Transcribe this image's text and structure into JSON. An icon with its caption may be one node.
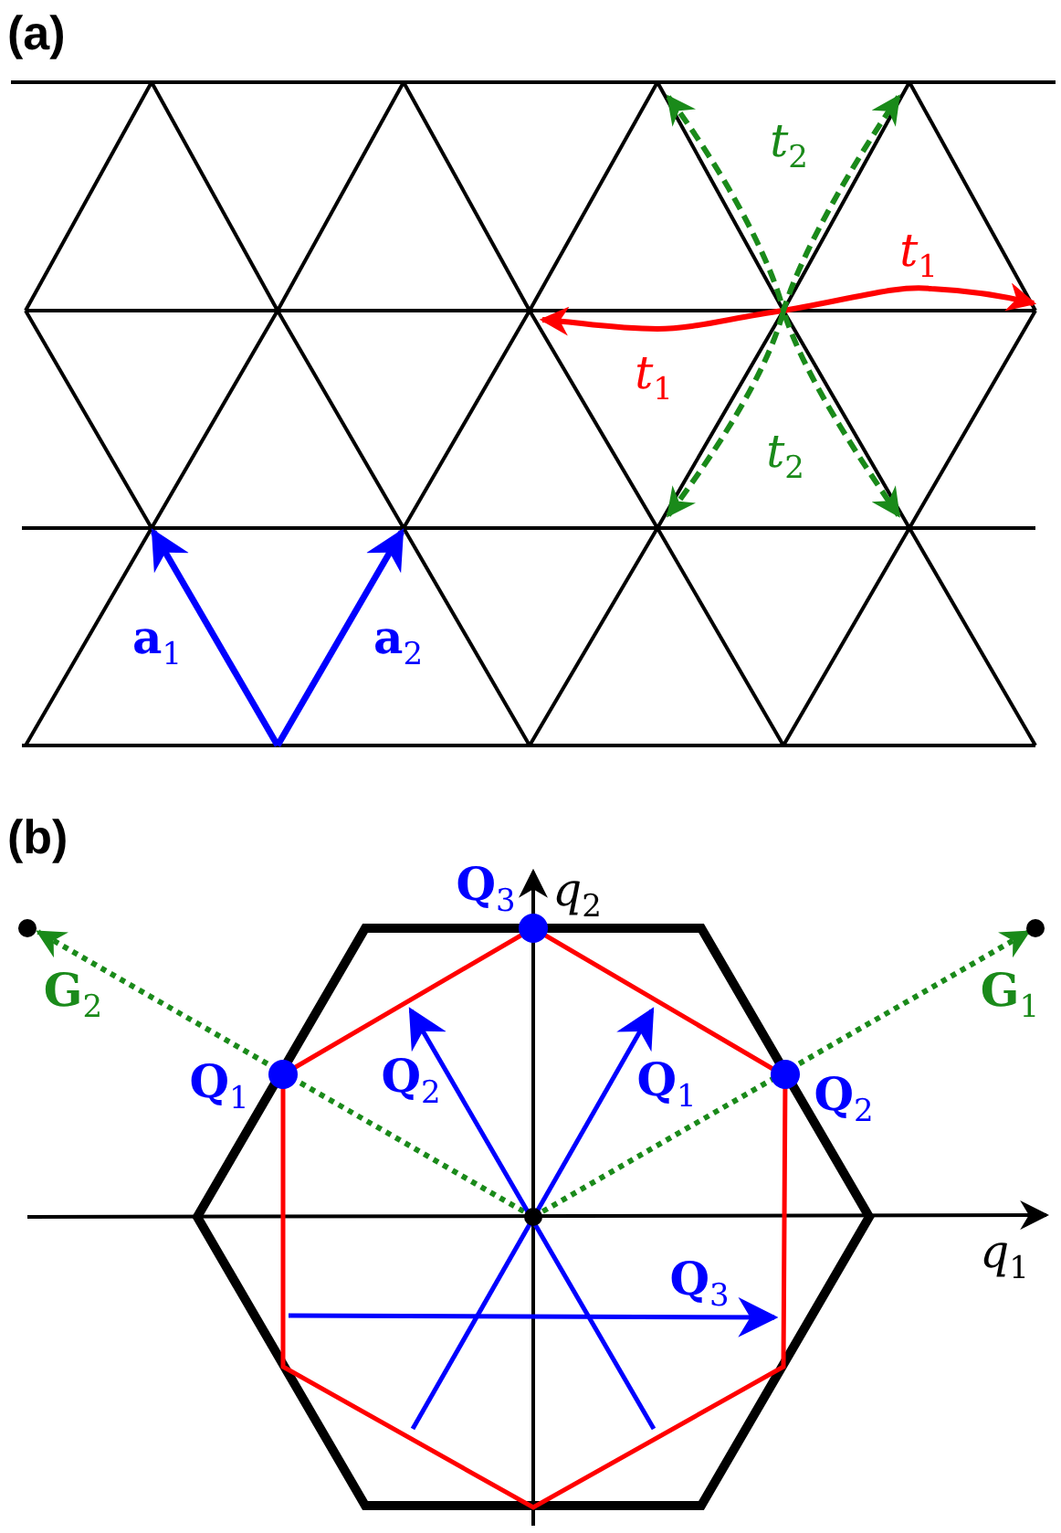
{
  "diagram": {
    "labels": [
      "(a)",
      "*t*$_{2}$",
      "*t*$_{1}$",
      "*t*$_{1}$",
      "*t*$_{2}$",
      "**a**$_{1}$",
      "**a**$_{2}$",
      "(b)",
      "**Q**$_{3}$",
      "*q*$_{2}$",
      "**G**$_{2}$",
      "**G**$_{1}$",
      "**Q**$_{1}$",
      "**Q**$_{2}$",
      "**Q**$_{1}$",
      "**Q**$_{2}$",
      "**Q**$_{3}$",
      "*q*$_{1}$"
    ]
  }
}
